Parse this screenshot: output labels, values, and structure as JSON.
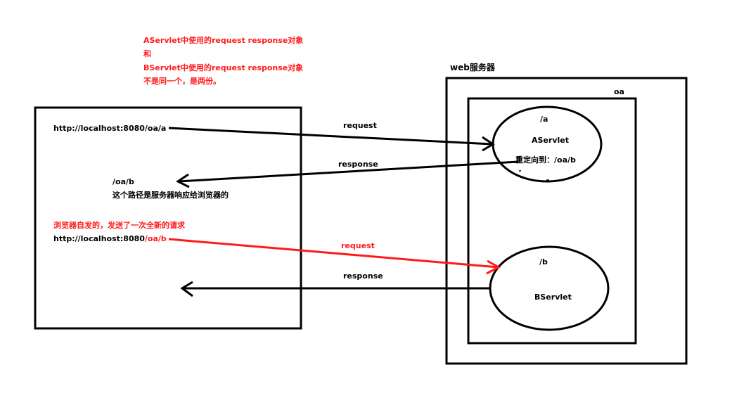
{
  "colors": {
    "ink": "#000000",
    "accent_red": "#ff1a1a",
    "background": "#ffffff"
  },
  "note": {
    "line1": "AServlet中使用的request response对象",
    "line2": "和",
    "line3": "BServlet中使用的request response对象",
    "line4": "不是同一个，是两份。"
  },
  "server": {
    "title": "web服务器",
    "app_label": "oa",
    "a_servlet": {
      "path": "/a",
      "name": "AServlet",
      "redirect_text": "重定向到：/oa/b"
    },
    "b_servlet": {
      "path": "/b",
      "name": "BServlet"
    }
  },
  "browser": {
    "url_1": "http://localhost:8080/oa/a",
    "redirect_path": "/oa/b",
    "redirect_note": "这个路径是服务器响应给浏览器的",
    "auto_request_note": "浏览器自发的，发送了一次全新的请求",
    "url_2_prefix": "http://localhost:8080",
    "url_2_path": "/oa/b"
  },
  "arrows": {
    "request_1": "request",
    "response_1": "response",
    "request_2": "request",
    "response_2": "response"
  },
  "icons": {
    "arrowhead": "arrowhead-icon"
  }
}
